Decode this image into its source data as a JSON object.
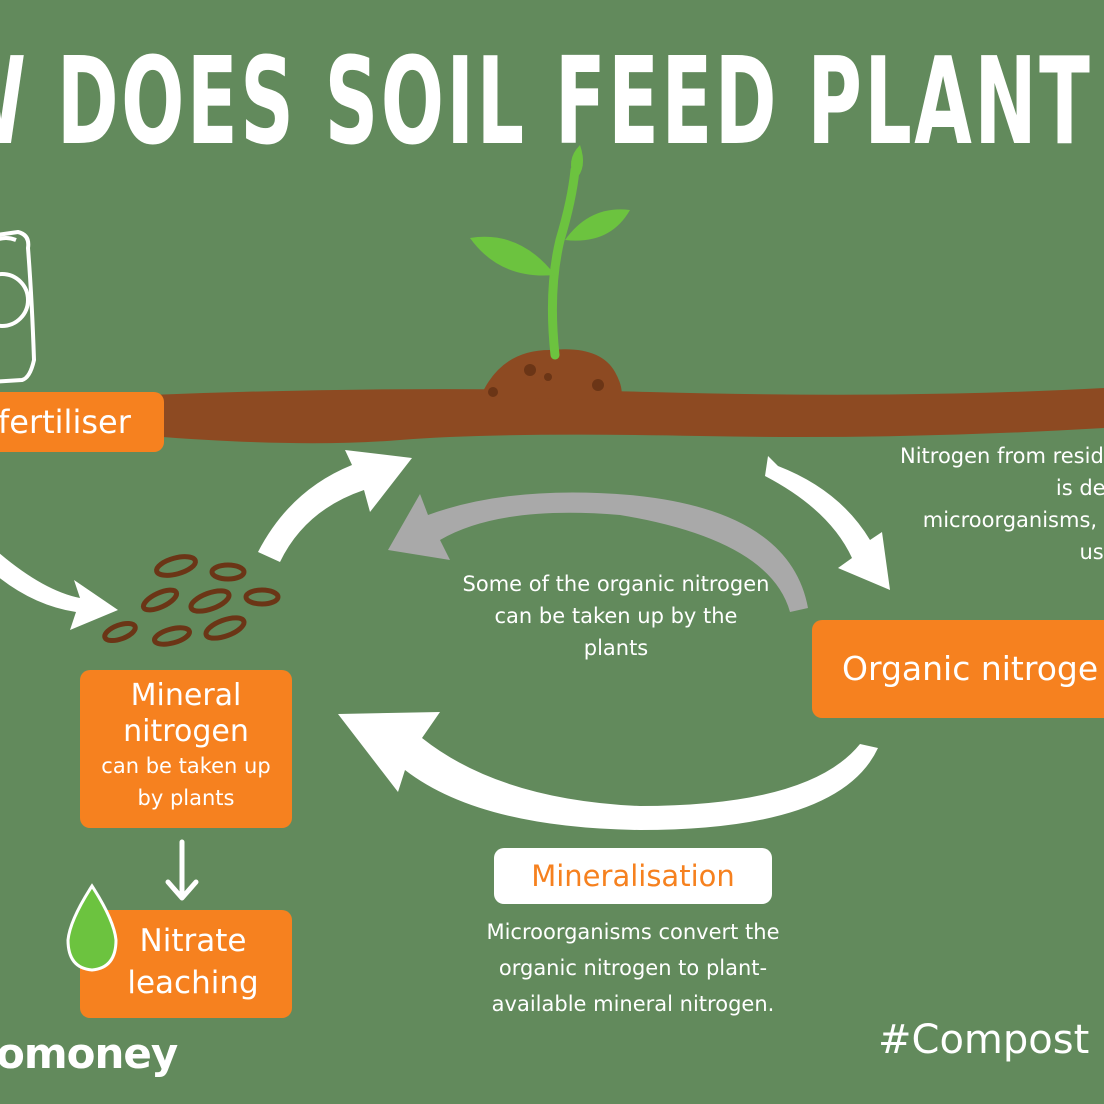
{
  "title": "W DOES SOIL FEED PLANT",
  "labels": {
    "fertiliser": "fertiliser",
    "mineral_title": "Mineral nitrogen",
    "mineral_sub": "can be taken up by plants",
    "nitrate": "Nitrate leaching",
    "organic": "Organic nitroge",
    "mineralisation": "Mineralisation"
  },
  "notes": {
    "organic_uptake": "Some of the organic nitrogen can be taken up by the plants",
    "residue": "Nitrogen from residue is deco microorganisms, be used",
    "mineralisation_desc": "Microorganisms convert the organic nitrogen to plant-available mineral nitrogen."
  },
  "footer": {
    "brand": "omoney",
    "hashtag": "#Compost"
  },
  "colors": {
    "background": "#628a5c",
    "orange": "#f6811f",
    "soil": "#8d4a22",
    "leaf": "#6cc33f",
    "white_arrow": "#ffffff",
    "grey_arrow": "#a9a9a9"
  },
  "icons": [
    "fertiliser-bag-icon",
    "seedling-icon",
    "soil-granules-icon",
    "water-drop-icon"
  ]
}
